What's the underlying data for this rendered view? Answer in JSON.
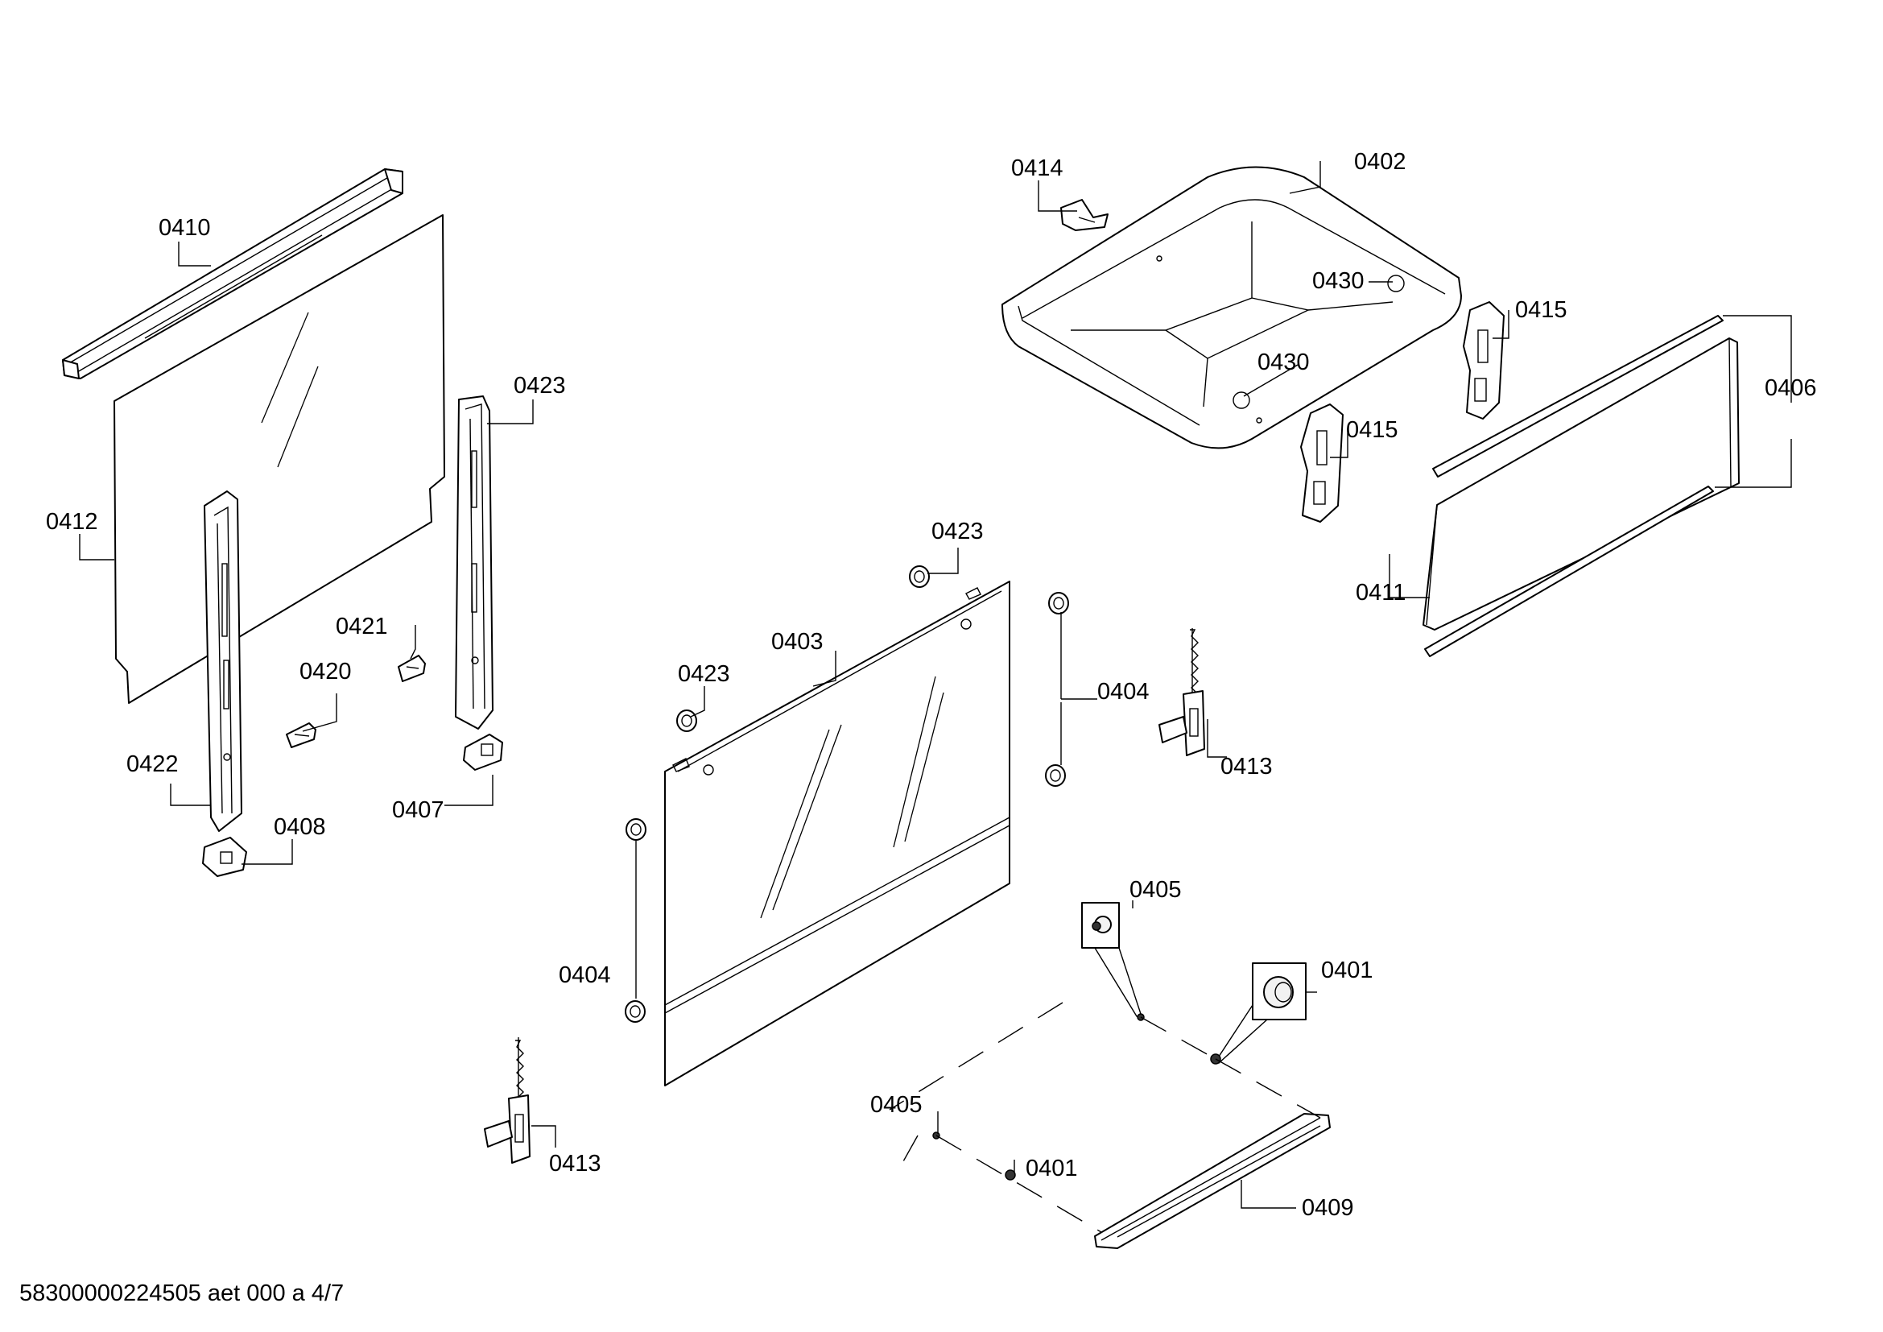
{
  "footer": {
    "drawing_id": "58300000224505 aet 000 a 4/7"
  },
  "callouts": {
    "c0410": "0410",
    "c0412": "0412",
    "c0423_a": "0423",
    "c0421": "0421",
    "c0420": "0420",
    "c0422": "0422",
    "c0407": "0407",
    "c0408": "0408",
    "c0414": "0414",
    "c0402": "0402",
    "c0430_a": "0430",
    "c0430_b": "0430",
    "c0415_a": "0415",
    "c0415_b": "0415",
    "c0406": "0406",
    "c0411": "0411",
    "c0423_b": "0423",
    "c0423_c": "0423",
    "c0403": "0403",
    "c0404_a": "0404",
    "c0404_b": "0404",
    "c0413_a": "0413",
    "c0413_b": "0413",
    "c0405_a": "0405",
    "c0405_b": "0405",
    "c0401_a": "0401",
    "c0401_b": "0401",
    "c0409": "0409"
  }
}
